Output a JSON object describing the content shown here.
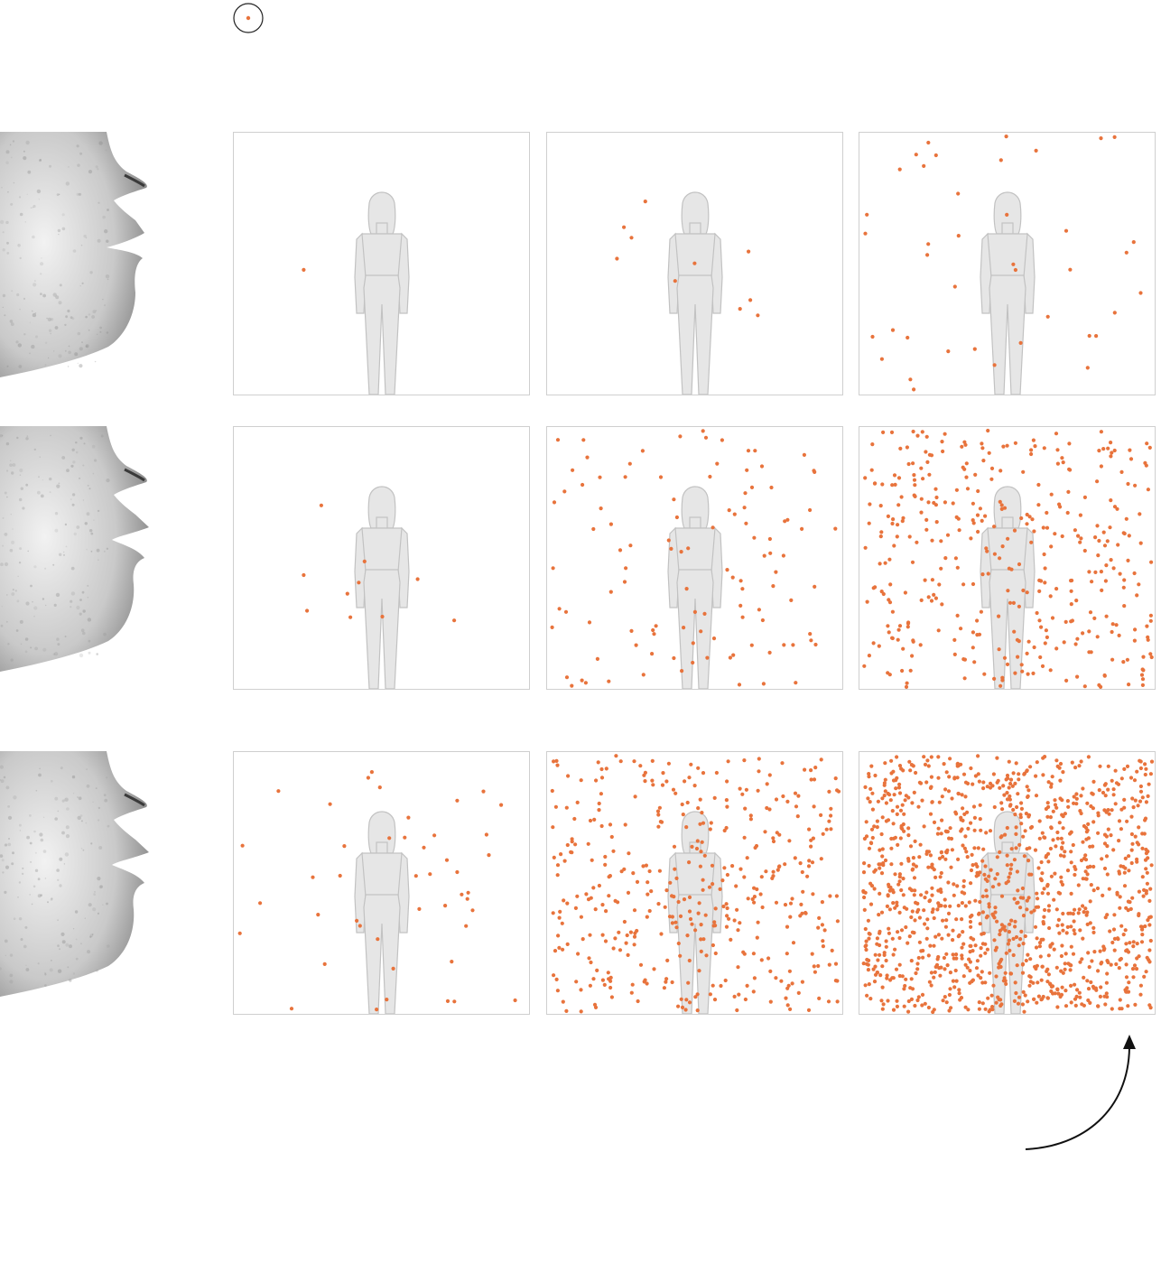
{
  "colors": {
    "particle": "#e8733c",
    "frame": "#cfcfcf",
    "figure_fill": "#e6e6e6",
    "figure_stroke": "#c2c2c2",
    "face_dark": "#7a7a7a",
    "face_light": "#f2f2f2",
    "arrow": "#111111"
  },
  "icons": {
    "legend": "particle-in-circle-icon",
    "arrow": "curved-arrow-up-icon"
  },
  "faces": [
    {
      "id": "face-profile-mouth-closed",
      "mouth": "closed"
    },
    {
      "id": "face-profile-mouth-open",
      "mouth": "open"
    },
    {
      "id": "face-profile-mouth-open-wide",
      "mouth": "open"
    }
  ],
  "grid": {
    "rows": 3,
    "columns": 3,
    "particle_counts": [
      [
        1,
        10,
        40
      ],
      [
        10,
        110,
        380
      ],
      [
        45,
        420,
        1200
      ]
    ]
  }
}
